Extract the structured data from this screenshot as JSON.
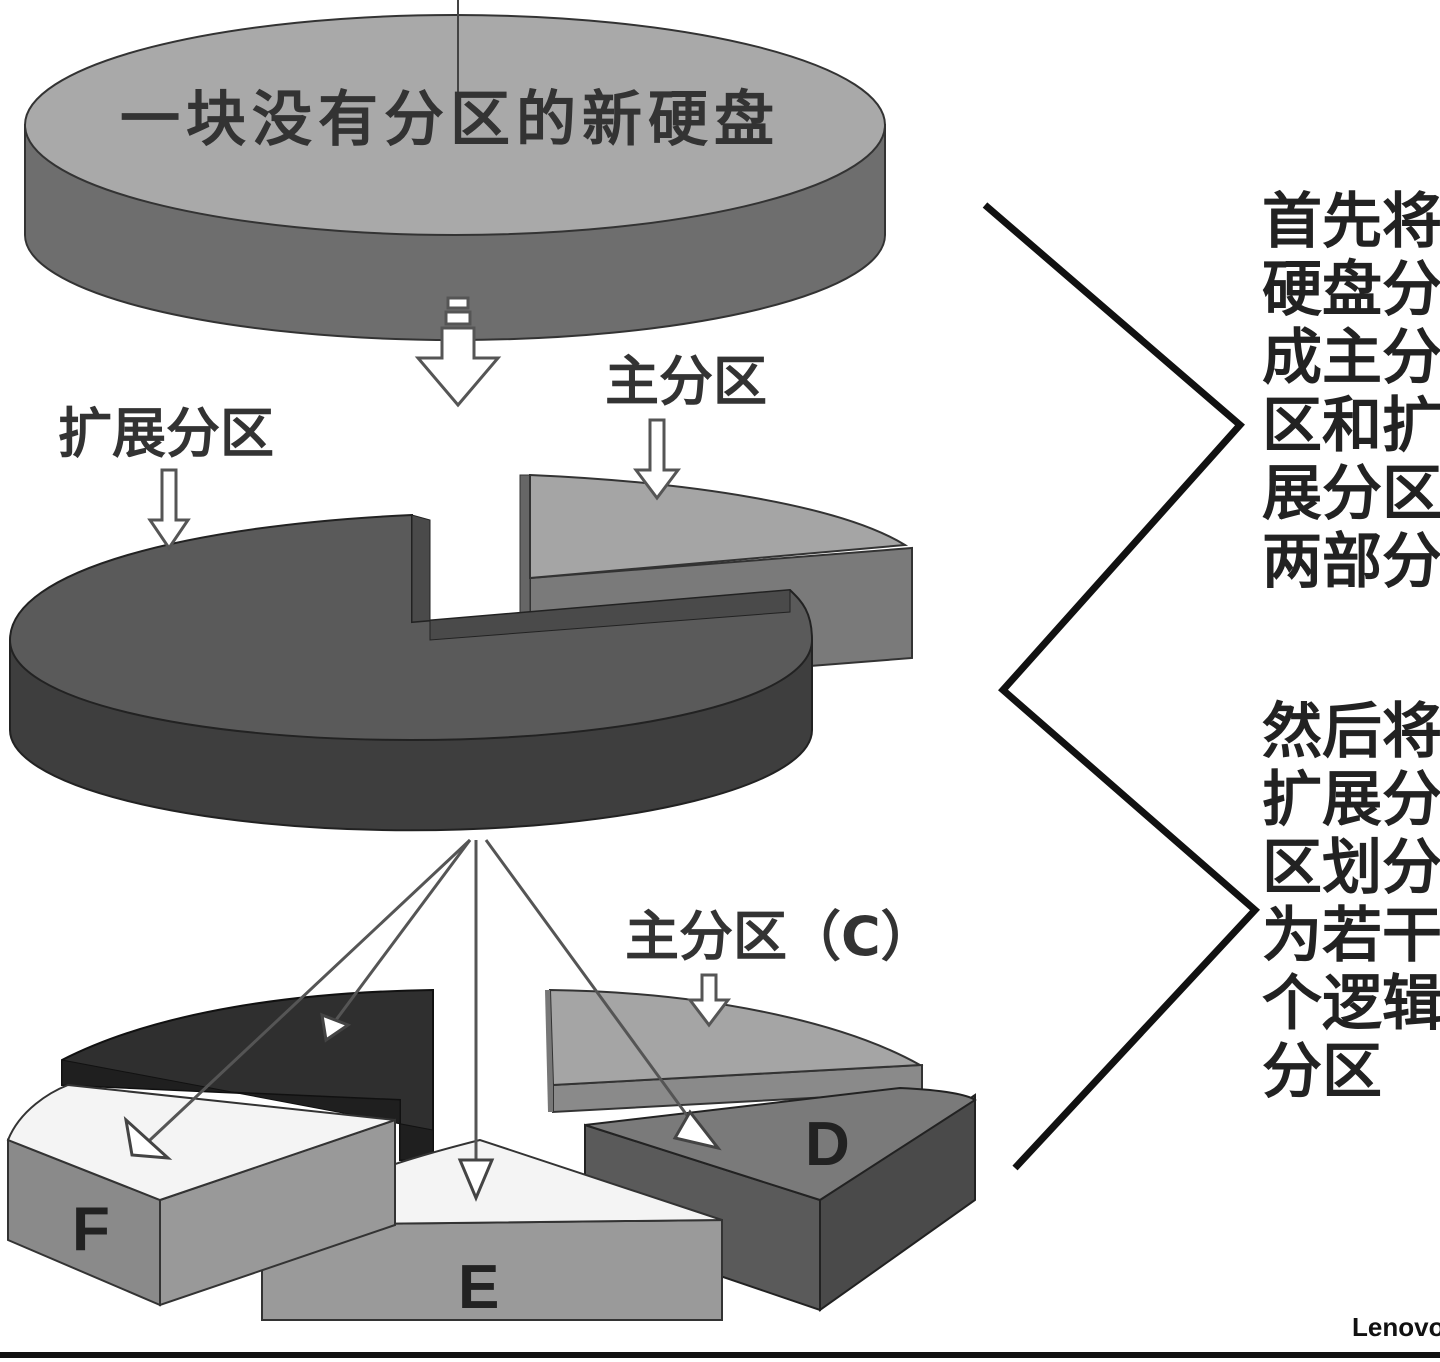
{
  "disk_title": "一块没有分区的新硬盘",
  "labels": {
    "extended": "扩展分区",
    "primary": "主分区",
    "primary_c": "主分区（C）",
    "d": "D",
    "e": "E",
    "f": "F"
  },
  "notes": {
    "step1": [
      "首先将",
      "硬盘分",
      "成主分",
      "区和扩",
      "展分区",
      "两部分"
    ],
    "step2": [
      "然后将",
      "扩展分",
      "区划分",
      "为若干",
      "个逻辑",
      "分区"
    ]
  },
  "brand": "Lenovo",
  "colors": {
    "disk_top": "#a9a9a9",
    "disk_side": "#6e6e6e",
    "extended_top": "#5a5a5a",
    "extended_side": "#3e3e3e",
    "primary_top": "#a5a5a5",
    "primary_side": "#7a7a7a",
    "logical_dark": "#2f2f2f",
    "logical_light": "#f4f4f4"
  }
}
